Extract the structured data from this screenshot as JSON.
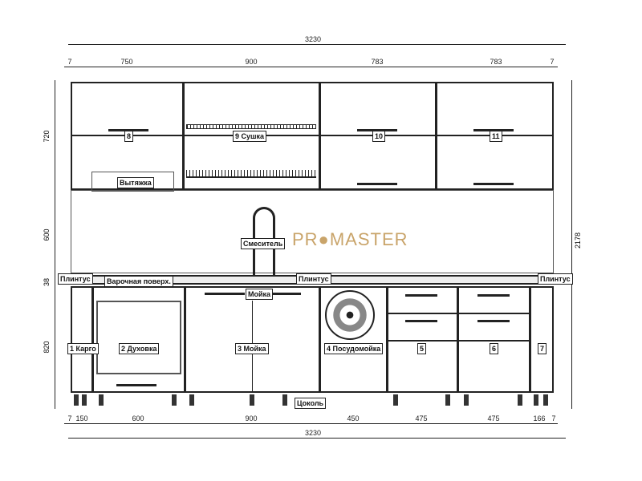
{
  "dimensions": {
    "total_top": "3230",
    "total_bottom": "3230",
    "top_segments": [
      "7",
      "750",
      "900",
      "783",
      "783",
      "7"
    ],
    "bottom_segments": [
      "7",
      "150",
      "600",
      "900",
      "450",
      "475",
      "475",
      "166",
      "7"
    ],
    "left": [
      "720",
      "600",
      "38",
      "820"
    ],
    "right": "2178"
  },
  "upper_labels": [
    "8",
    "9 Сушка",
    "10",
    "11",
    "Вытяжка"
  ],
  "base_labels": [
    "1 Карго",
    "2 Духовка",
    "3 Мойка",
    "4 Посудомойка",
    "5",
    "6",
    "7"
  ],
  "fixtures": {
    "plinth": "Плинтус",
    "hob": "Варочная поверх.",
    "sink": "Мойка",
    "mixer": "Смеситель",
    "socle": "Цоколь"
  },
  "logo": "PROMASTER"
}
